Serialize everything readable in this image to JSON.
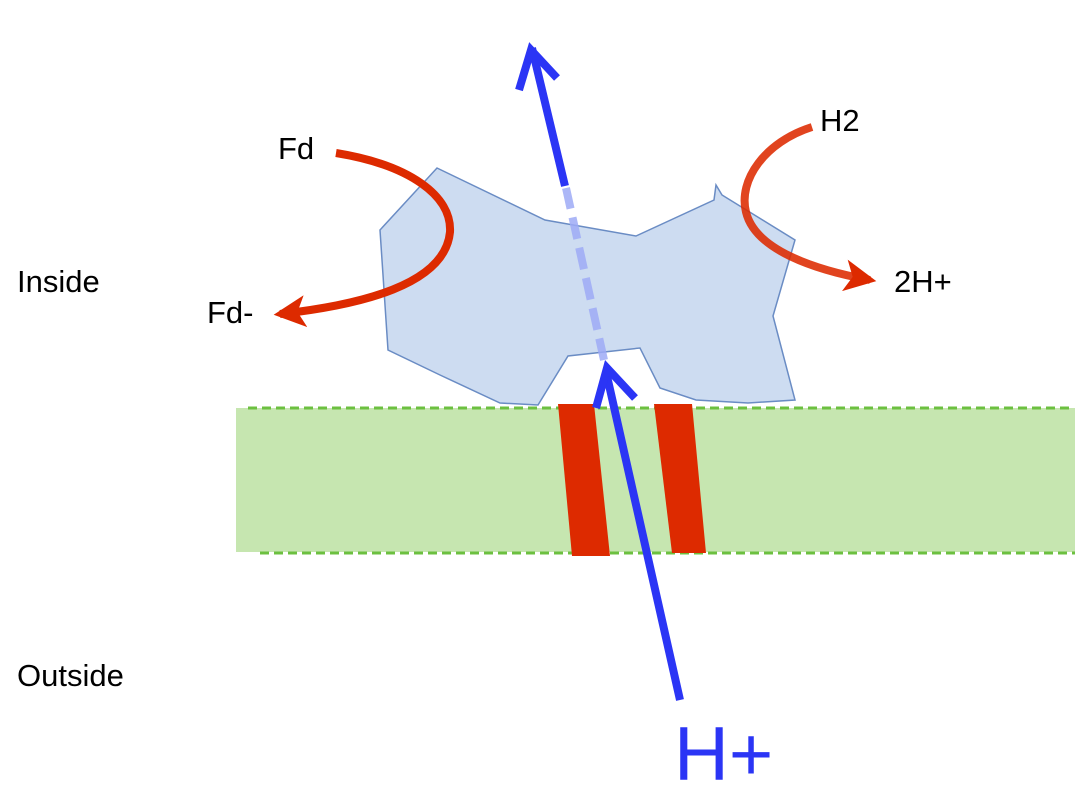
{
  "labels": {
    "inside": "Inside",
    "outside": "Outside",
    "fd": "Fd",
    "fd_reduced": "Fd-",
    "h2": "H2",
    "two_h_plus": "2H+",
    "h_plus": "H+"
  },
  "colors": {
    "membrane_fill": "#c6e6b0",
    "membrane_edge": "#6cc040",
    "protein_fill": "#c8d8f0",
    "protein_edge": "#6a8cc4",
    "red_arrow": "#dd2a00",
    "proton_arrow": "#2b35f5",
    "channel": "#dd2a00"
  }
}
